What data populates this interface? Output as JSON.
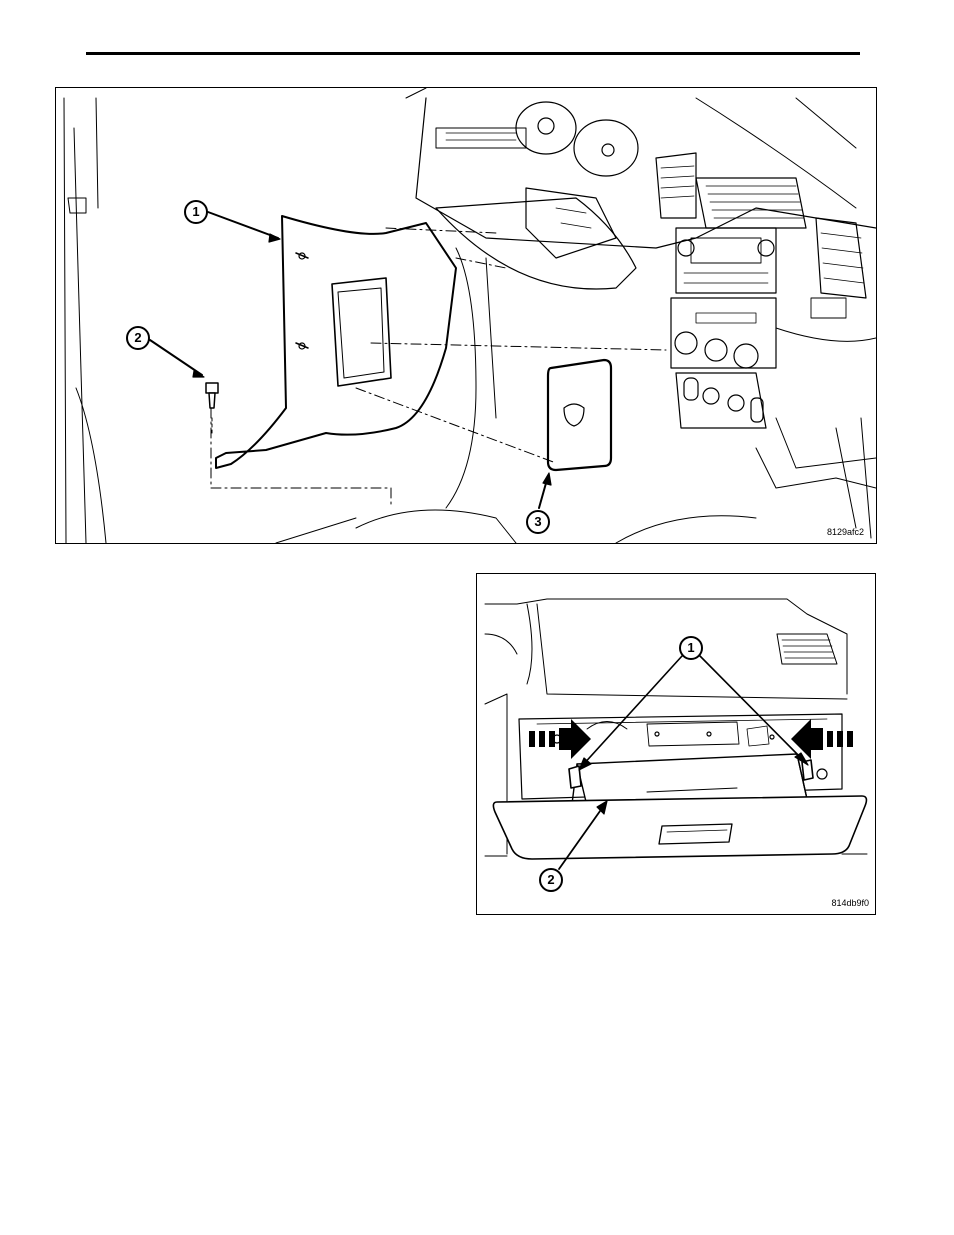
{
  "figures": [
    {
      "code": "8129afc2",
      "callouts": [
        "1",
        "2",
        "3"
      ]
    },
    {
      "code": "814db9f0",
      "callouts": [
        "1",
        "2"
      ]
    }
  ]
}
